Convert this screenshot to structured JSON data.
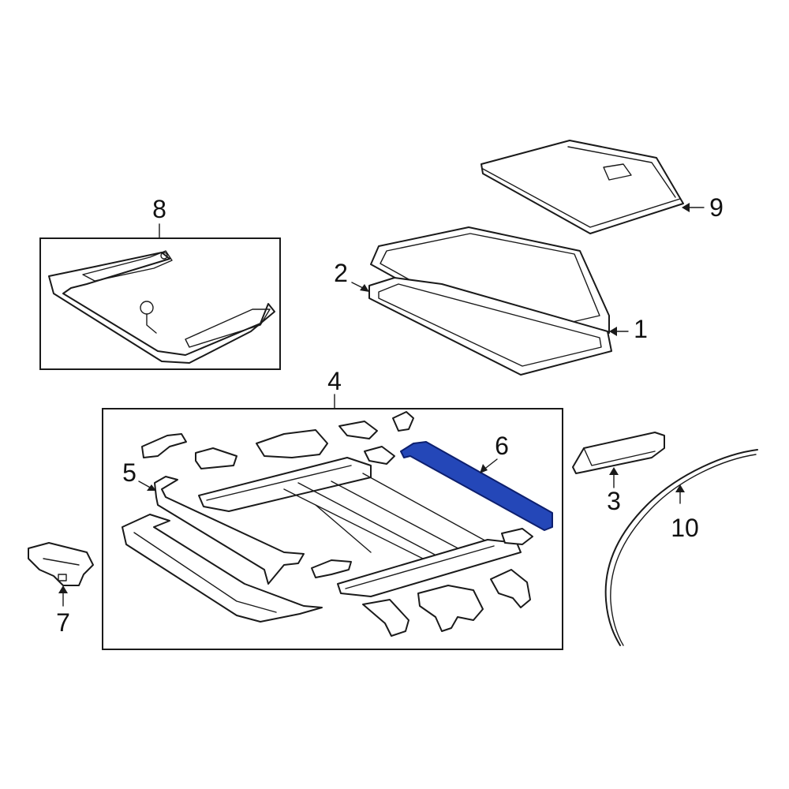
{
  "diagram": {
    "highlight_color": "#2447b8",
    "callouts": [
      {
        "id": "c1",
        "label": "1"
      },
      {
        "id": "c2",
        "label": "2"
      },
      {
        "id": "c3",
        "label": "3"
      },
      {
        "id": "c4",
        "label": "4"
      },
      {
        "id": "c5",
        "label": "5"
      },
      {
        "id": "c6",
        "label": "6"
      },
      {
        "id": "c7",
        "label": "7"
      },
      {
        "id": "c8",
        "label": "8"
      },
      {
        "id": "c9",
        "label": "9"
      },
      {
        "id": "c10",
        "label": "10"
      }
    ],
    "highlighted_part": "6"
  }
}
